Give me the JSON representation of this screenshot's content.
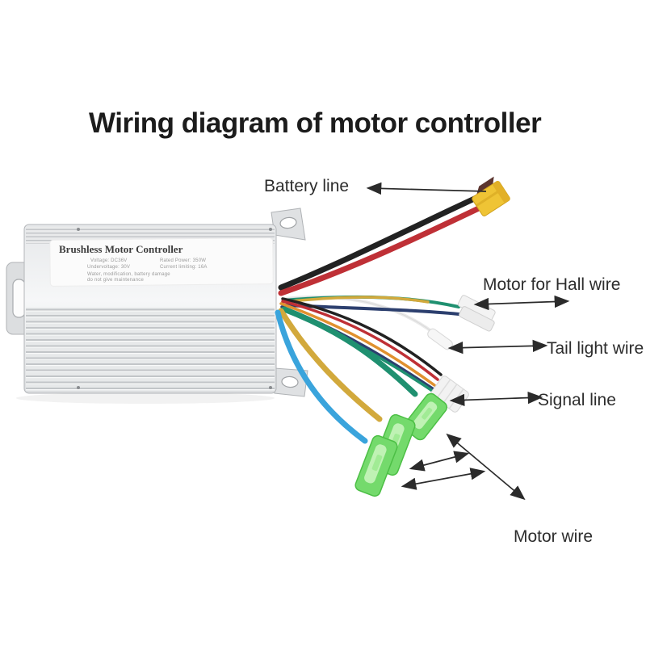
{
  "title": "Wiring diagram of motor controller",
  "controller": {
    "label_title": "Brushless Motor Controller",
    "spec_line1_left": "Voltage: DC36V",
    "spec_line1_right": "Rated Power: 350W",
    "spec_line2_left": "Undervoltage: 30V",
    "spec_line2_right": "Current limiting: 16A",
    "warning_line1": "Water, modification, battery damage",
    "warning_line2": "do not give maintenance"
  },
  "labels": {
    "battery": "Battery line",
    "hall": "Motor for Hall wire",
    "tail": "Tail light wire",
    "signal": "Signal line",
    "motor": "Motor wire"
  },
  "colors": {
    "wire_red": "#bf3036",
    "wire_black": "#222222",
    "wire_teal_green": "#1f9070",
    "wire_navy": "#2c3f6e",
    "wire_yellow": "#d2a93c",
    "wire_blue": "#3aa4dc",
    "wire_white": "#e9e9e9",
    "xt60_yellow": "#efc435",
    "quick_connect_green": "#74da6c",
    "case_silver": "#e8eaec",
    "arrow_ink": "#2b2b2b"
  }
}
